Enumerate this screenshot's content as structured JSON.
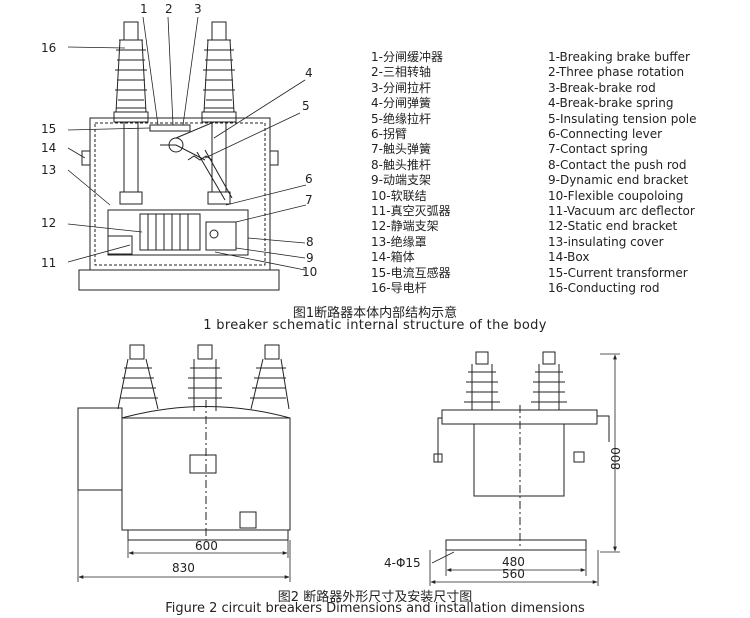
{
  "callouts": [
    "1",
    "2",
    "3",
    "4",
    "5",
    "6",
    "7",
    "8",
    "9",
    "10",
    "11",
    "12",
    "13",
    "14",
    "15",
    "16"
  ],
  "legend_cn": [
    "1-分闸缓冲器",
    "2-三相转轴",
    "3-分闸拉杆",
    "4-分闸弹簧",
    "5-绝缘拉杆",
    "6-拐臂",
    "7-触头弹簧",
    "8-触头推杆",
    "9-动端支架",
    "10-软联结",
    "11-真空灭弧器",
    "12-静端支架",
    "13-绝缘罩",
    "14-箱体",
    "15-电流互感器",
    "16-导电杆"
  ],
  "legend_en": [
    "1-Breaking brake buffer",
    "2-Three phase rotation",
    "3-Break-brake rod",
    "4-Break-brake spring",
    "5-Insulating tension pole",
    "6-Connecting lever",
    "7-Contact spring",
    "8-Contact the push rod",
    "9-Dynamic end bracket",
    "10-Flexible coupoloing",
    "11-Vacuum arc deflector",
    "12-Static end bracket",
    "13-insulating cover",
    "14-Box",
    "15-Current transformer",
    "16-Conducting rod"
  ],
  "figure1": {
    "caption_cn": "图1断路器本体内部结构示意",
    "caption_en": "1 breaker schematic internal structure of the body"
  },
  "figure2": {
    "dim_600": "600",
    "dim_830": "830",
    "dim_480": "480",
    "dim_560": "560",
    "dim_800": "800",
    "hole_label": "4-Φ15",
    "caption_cn": "图2 断路器外形尺寸及安装尺寸图",
    "caption_en": "Figure 2   circuit breakers Dimensions and installation dimensions"
  }
}
